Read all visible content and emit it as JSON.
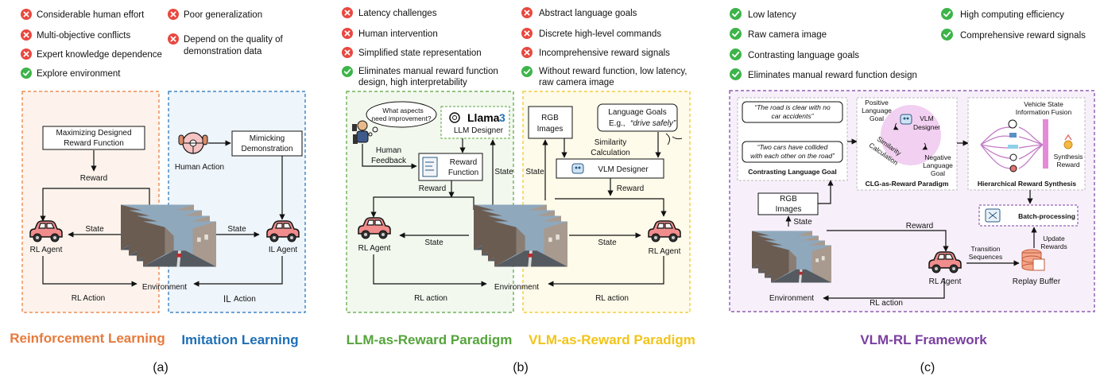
{
  "colors": {
    "rl": "#E77A3B",
    "il": "#1E6FB7",
    "llm": "#55A43B",
    "vlm": "#F2C418",
    "vlmrl": "#7A3FA0",
    "bad": "#E8483F",
    "good": "#3DB449"
  },
  "panel_a": {
    "cons_left": [
      "Considerable human effort",
      "Multi-objective conflicts",
      "Expert knowledge dependence"
    ],
    "pro_left": "Explore environment",
    "cons_right": [
      "Poor generalization",
      "Depend on the quality of",
      "demonstration data"
    ],
    "rl": {
      "reward_fn": [
        "Maximizing Designed",
        "Reward Function"
      ],
      "reward": "Reward",
      "state": "State",
      "agent": "RL Agent",
      "action": "RL Action"
    },
    "il": {
      "human_action": "Human Action",
      "mimic": [
        "Mimicking",
        "Demonstration"
      ],
      "state": "State",
      "agent": "IL Agent",
      "action_prefix": "IL",
      "action_suffix": "Action"
    },
    "environment": "Environment",
    "label_rl": "Reinforcement Learning",
    "label_il": "Imitation Learning",
    "caption": "(a)"
  },
  "panel_b": {
    "cons_left": [
      "Latency challenges",
      "Human intervention",
      "Simplified state representation"
    ],
    "pro_left": [
      "Eliminates manual reward function",
      "design, high interpretability"
    ],
    "cons_right": [
      "Abstract language goals",
      "Discrete high-level commands",
      "Incomprehensive reward signals"
    ],
    "pro_right": [
      "Without reward function, low latency,",
      "raw camera image"
    ],
    "llm": {
      "bubble": [
        "What aspects",
        "need improvement?"
      ],
      "llama_name": "Llama",
      "llama_ver": "3",
      "designer": "LLM Designer",
      "human_feedback": [
        "Human",
        "Feedback"
      ],
      "reward_fn": [
        "Reward",
        "Function"
      ],
      "state_v": "State",
      "reward": "Reward",
      "state": "State",
      "agent": "RL Agent",
      "action": "RL action"
    },
    "vlm": {
      "rgb": [
        "RGB",
        "Images"
      ],
      "goals_title": "Language Goals",
      "goals_prefix": "E.g., ",
      "goals_example": "“drive safely”",
      "similarity": [
        "Similarity",
        "Calculation"
      ],
      "designer": "VLM Designer",
      "state_v": "State",
      "reward": "Reward",
      "state": "State",
      "agent": "RL Agent",
      "action": "RL action"
    },
    "environment": "Environment",
    "label_llm": "LLM-as-Reward Paradigm",
    "label_vlm": "VLM-as-Reward Paradigm",
    "caption": "(b)"
  },
  "panel_c": {
    "pros_left": [
      "Low latency",
      "Raw camera image",
      "Contrasting language goals",
      "Eliminates manual reward function design"
    ],
    "pros_right": [
      "High computing efficiency",
      "Comprehensive reward signals"
    ],
    "clg": {
      "quote_pos": [
        "“The road is clear with no",
        "car accidents”"
      ],
      "quote_neg": [
        "“Two cars have collided",
        "with each other on the road”"
      ],
      "title": "Contrasting Language Goal"
    },
    "para": {
      "positive": [
        "Positive",
        "Language",
        "Goal"
      ],
      "vlm": [
        "VLM",
        "Designer"
      ],
      "similarity": [
        "Similarity",
        "Calculation"
      ],
      "negative": [
        "Negative",
        "Language",
        "Goal"
      ],
      "title": "CLG-as-Reward Paradigm"
    },
    "hier": {
      "fusion": [
        "Vehicle State",
        "Information Fusion"
      ],
      "synthesis": [
        "Synthesis",
        "Reward"
      ],
      "title": "Hierarchical Reward Synthesis"
    },
    "rgb": [
      "RGB",
      "Images"
    ],
    "state": "State",
    "batch": "Batch-processing",
    "reward": "Reward",
    "transition": [
      "Transition",
      "Sequences"
    ],
    "update": [
      "Update",
      "Rewards"
    ],
    "agent": "RL Agent",
    "buffer": "Replay Buffer",
    "environment": "Environment",
    "action": "RL action",
    "label": "VLM-RL Framework",
    "caption": "(c)"
  }
}
